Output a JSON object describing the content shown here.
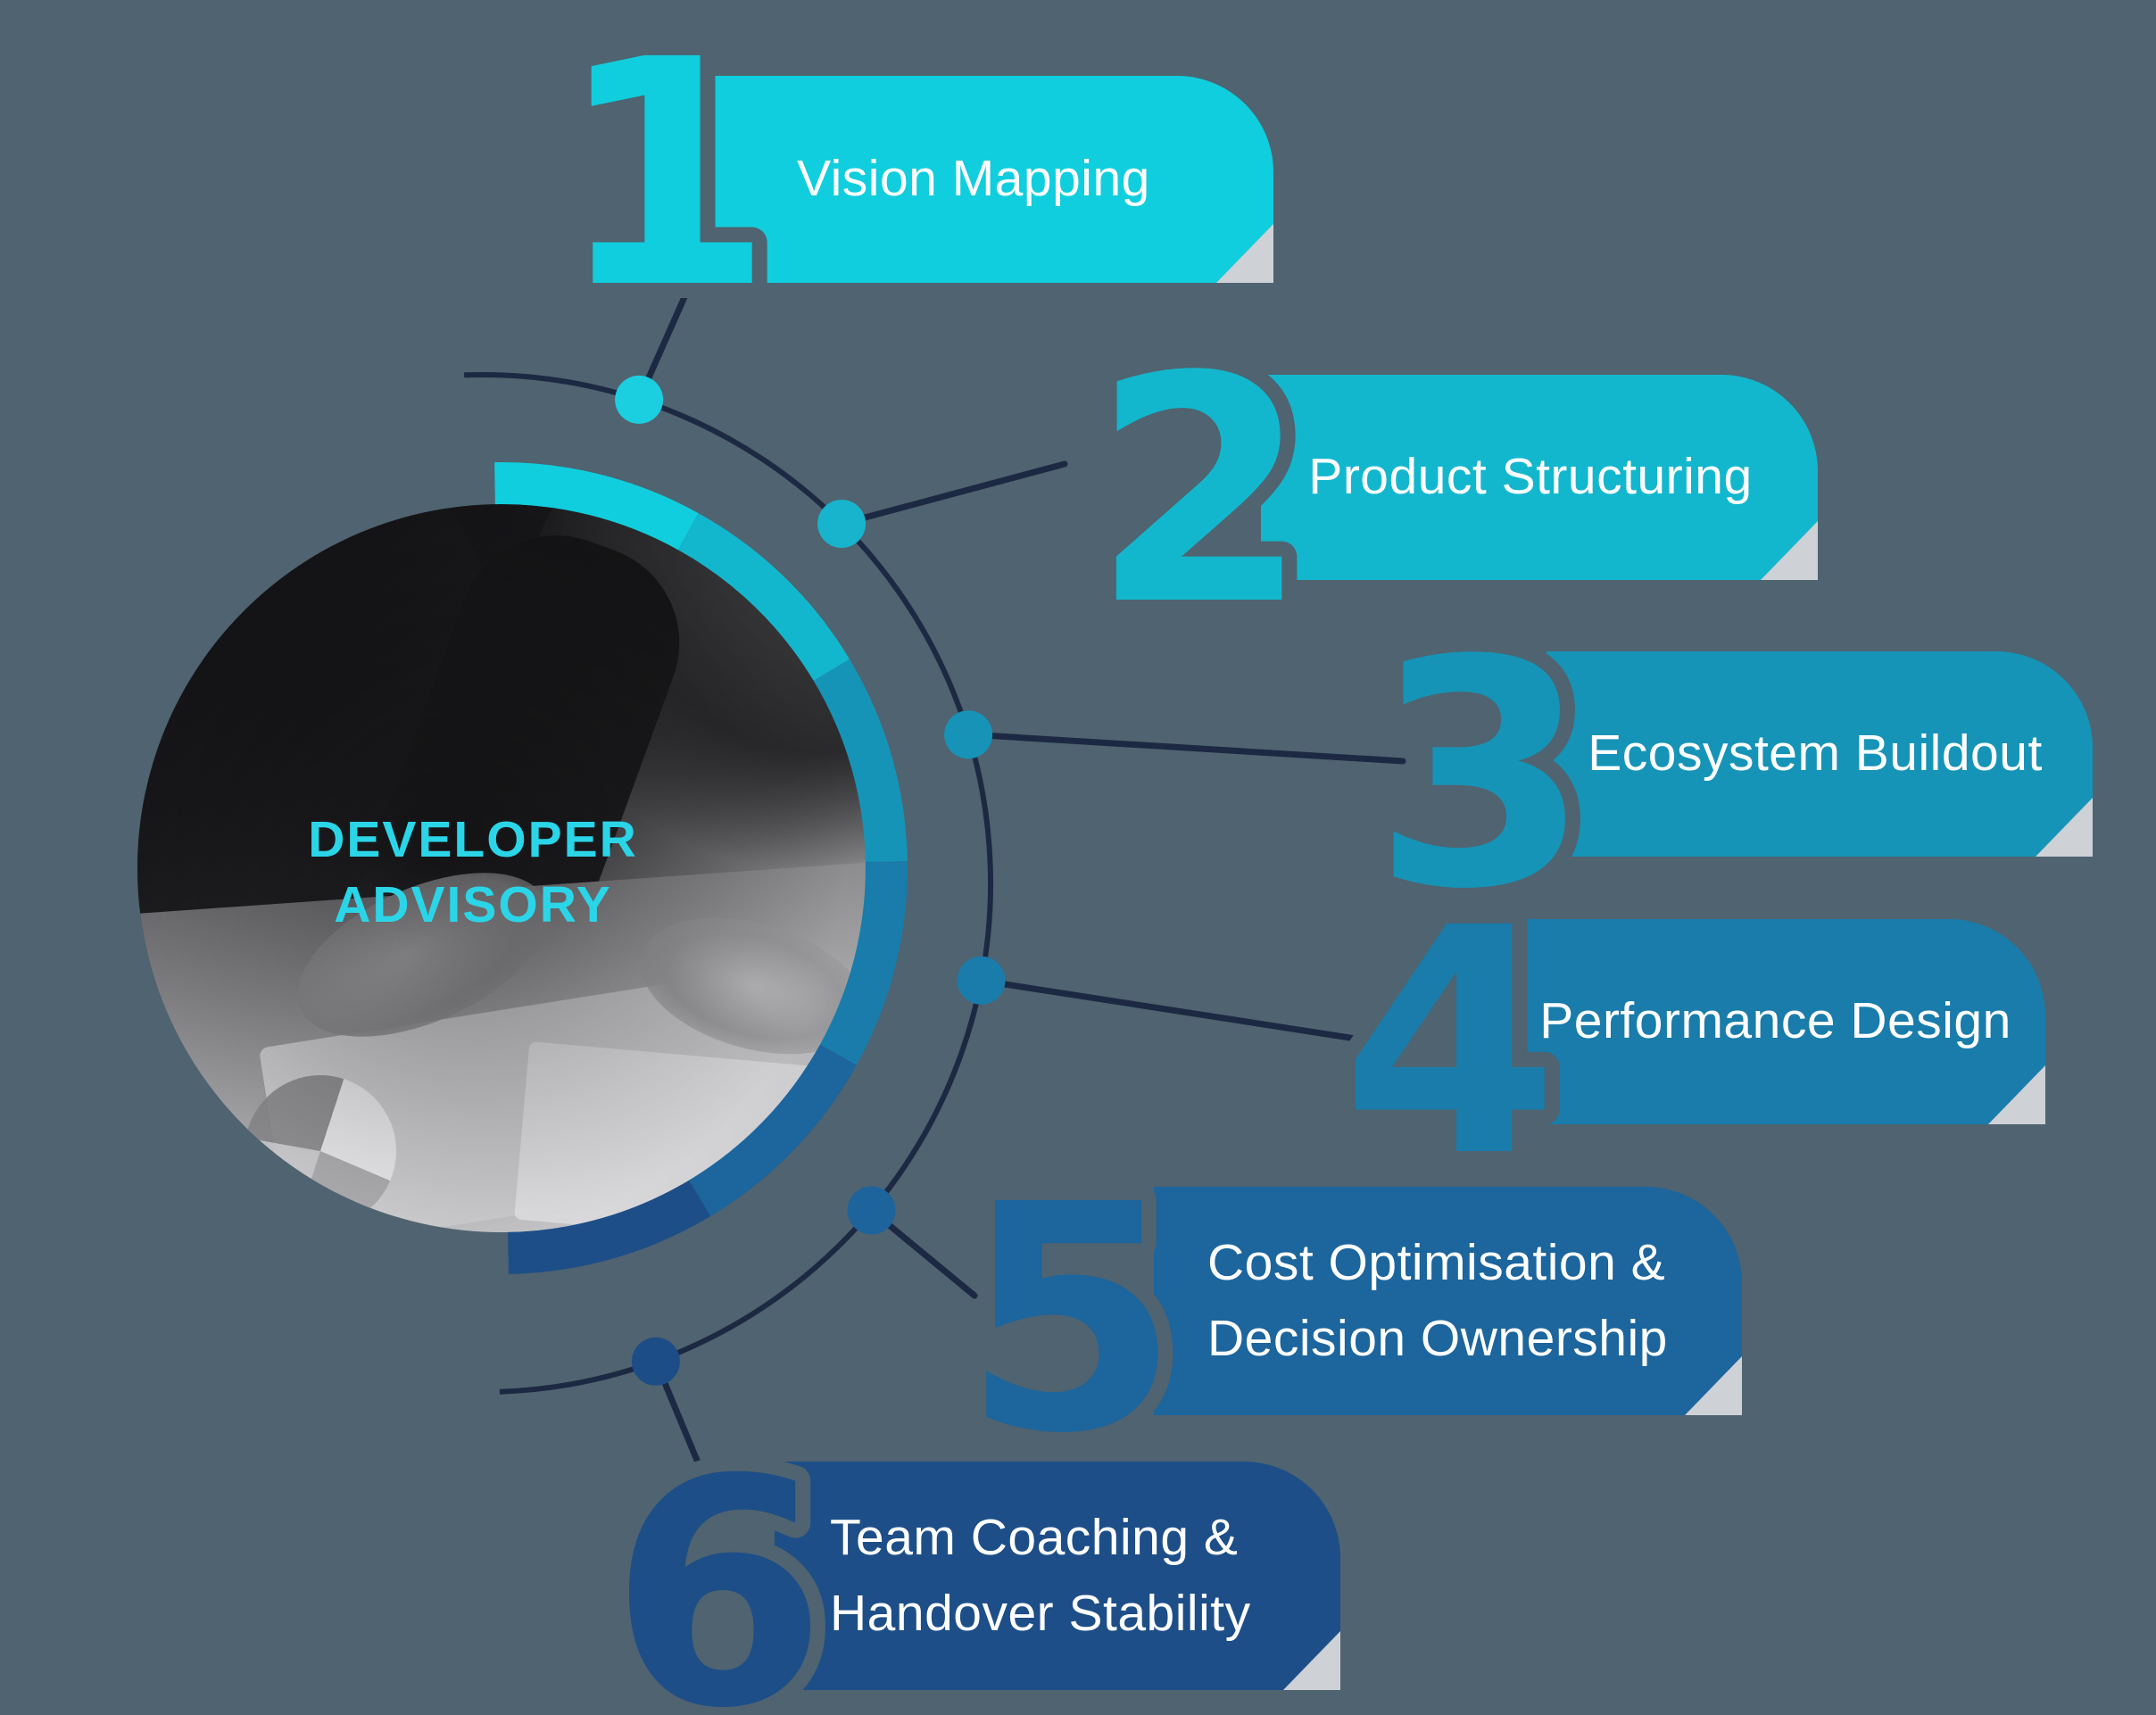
{
  "title": {
    "line1": "DEVELOPER",
    "line2": "ADVISORY"
  },
  "colors": {
    "background": "#4f6370",
    "connector_line": "#1d2942",
    "fold_corner": "#ced1d6",
    "title_text": "#2bd5e8",
    "banner_text": "#ffffff"
  },
  "steps": [
    {
      "number": "1",
      "color": "#10cedd",
      "dot_color": "#1bcfe0",
      "label_lines": [
        "Vision Mapping"
      ]
    },
    {
      "number": "2",
      "color": "#13b7cd",
      "dot_color": "#18b3cc",
      "label_lines": [
        "Product Structuring"
      ]
    },
    {
      "number": "3",
      "color": "#1694b7",
      "dot_color": "#1793b8",
      "label_lines": [
        "Ecosystem Buildout"
      ]
    },
    {
      "number": "4",
      "color": "#197cab",
      "dot_color": "#1a7cab",
      "label_lines": [
        "Performance Design"
      ]
    },
    {
      "number": "5",
      "color": "#1c659d",
      "dot_color": "#1d649c",
      "label_lines": [
        "Cost Optimisation &",
        "Decision Ownership"
      ]
    },
    {
      "number": "6",
      "color": "#1d4e88",
      "dot_color": "#1d4d87",
      "label_lines": [
        "Team Coaching &",
        "Handover Stability"
      ]
    }
  ]
}
